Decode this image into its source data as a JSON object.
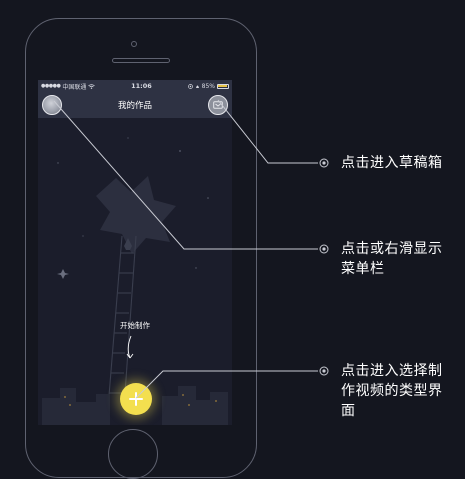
{
  "status_bar": {
    "carrier": "中国联通",
    "time": "11:06",
    "battery": "85%",
    "battery_level": 0.85
  },
  "nav": {
    "title": "我的作品"
  },
  "main": {
    "start_label": "开始制作"
  },
  "callouts": [
    {
      "lines": [
        "点击进入草稿箱"
      ]
    },
    {
      "lines": [
        "点击或右滑显示",
        "菜单栏"
      ]
    },
    {
      "lines": [
        "点击进入选择制",
        "作视频的类型界",
        "面"
      ]
    }
  ],
  "colors": {
    "background": "#14161f",
    "screen": "#1b1d2b",
    "bar": "#2e3243",
    "accent_yellow": "#f3df4f",
    "line": "#c9cbd3"
  }
}
